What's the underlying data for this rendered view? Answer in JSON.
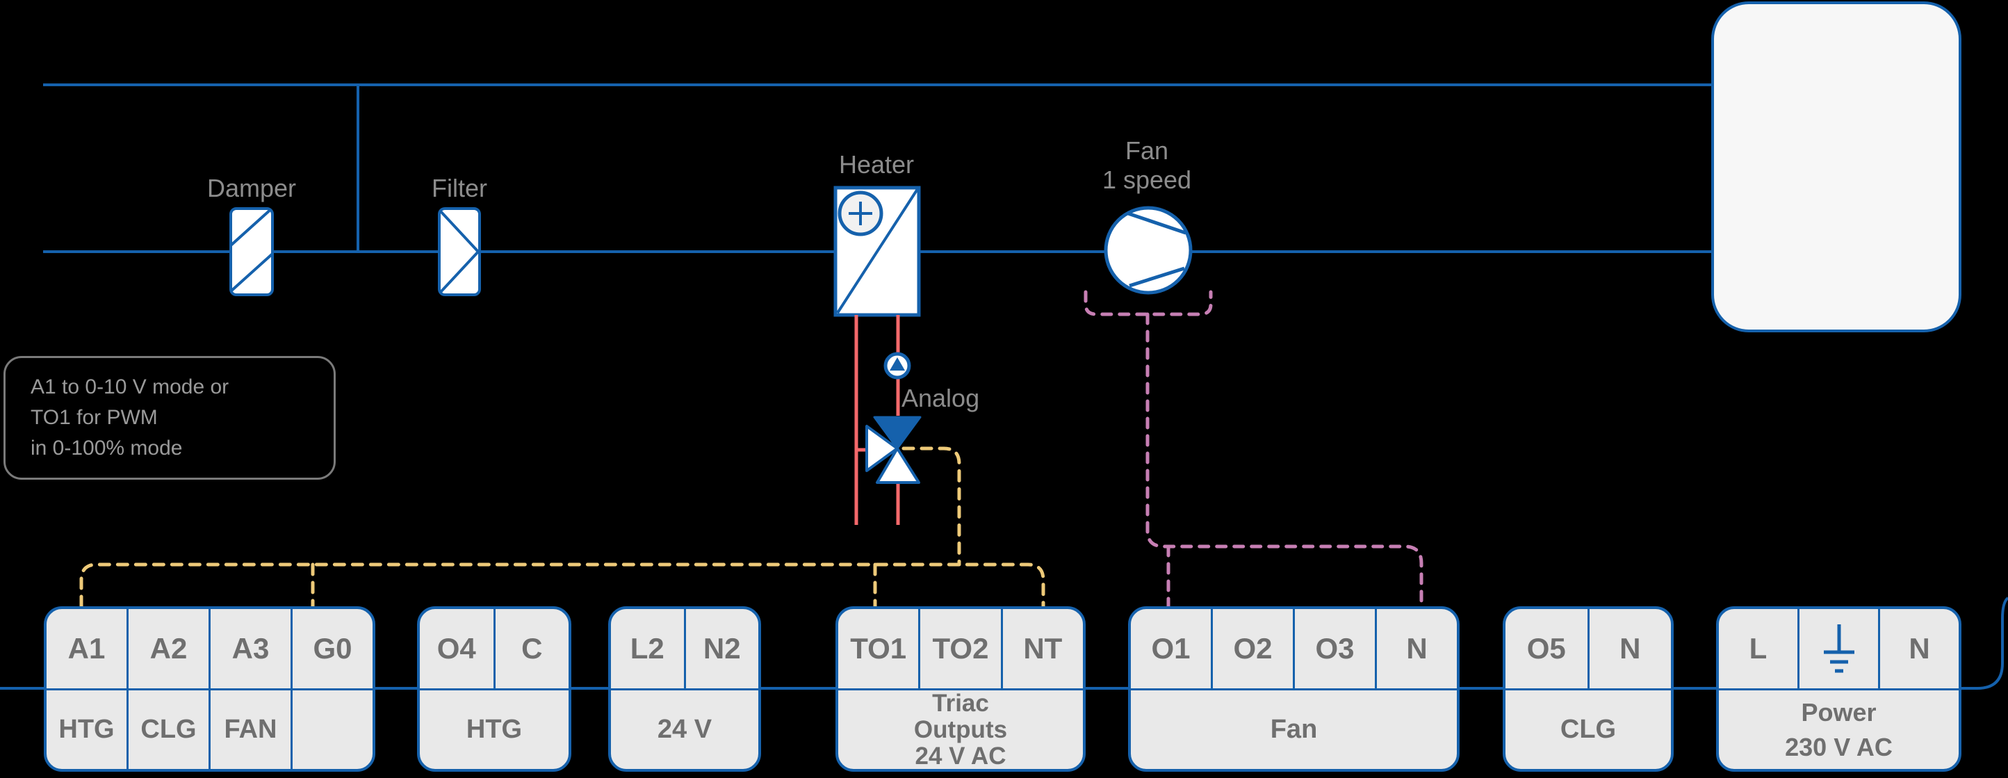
{
  "colors": {
    "background": "#000000",
    "line_blue": "#1561ac",
    "pipe_red": "#f4696b",
    "wire_yellow": "#eeca79",
    "wire_pink": "#c77fb4",
    "label_gray": "#8c8c8c",
    "terminal_text": "#6f6f6f",
    "terminal_fill": "#e9e9e9",
    "controller_fill": "#f7f7f7"
  },
  "equipment": {
    "damper_label": "Damper",
    "filter_label": "Filter",
    "heater_label": "Heater",
    "fan_label": "Fan",
    "fan_sublabel": "1 speed",
    "valve_label": "Analog"
  },
  "note": {
    "lines": [
      "A1 to 0-10 V mode or",
      "TO1 for PWM",
      "in 0-100% mode"
    ]
  },
  "terminal_blocks": [
    {
      "id": "analog-in",
      "terminals": [
        "A1",
        "A2",
        "A3",
        "G0"
      ],
      "labels": [
        "HTG",
        "CLG",
        "FAN",
        ""
      ]
    },
    {
      "id": "htg",
      "terminals": [
        "O4",
        "C"
      ],
      "label": "HTG"
    },
    {
      "id": "24v",
      "terminals": [
        "L2",
        "N2"
      ],
      "label": "24 V"
    },
    {
      "id": "triac",
      "terminals": [
        "TO1",
        "TO2",
        "NT"
      ],
      "label_lines": [
        "Triac",
        "Outputs",
        "24 V AC"
      ]
    },
    {
      "id": "fan",
      "terminals": [
        "O1",
        "O2",
        "O3",
        "N"
      ],
      "label": "Fan"
    },
    {
      "id": "clg",
      "terminals": [
        "O5",
        "N"
      ],
      "label": "CLG"
    },
    {
      "id": "power",
      "terminals": [
        "L",
        "",
        "N"
      ],
      "label_lines": [
        "Power",
        "230 V AC"
      ]
    }
  ]
}
